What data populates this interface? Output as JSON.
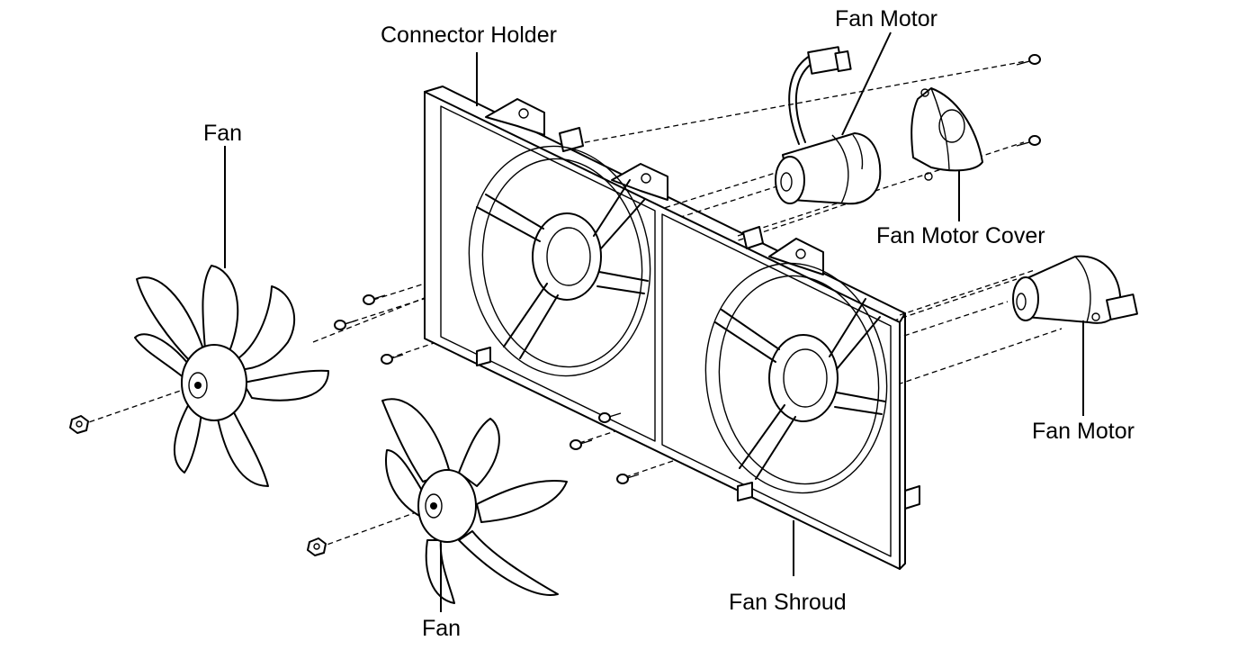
{
  "labels": {
    "connector_holder": "Connector Holder",
    "fan_motor_top": "Fan Motor",
    "fan_motor_cover": "Fan Motor Cover",
    "fan_motor_right": "Fan Motor",
    "fan_shroud": "Fan Shroud",
    "fan_left": "Fan",
    "fan_bottom": "Fan"
  },
  "colors": {
    "line": "#000000",
    "background": "#ffffff"
  }
}
